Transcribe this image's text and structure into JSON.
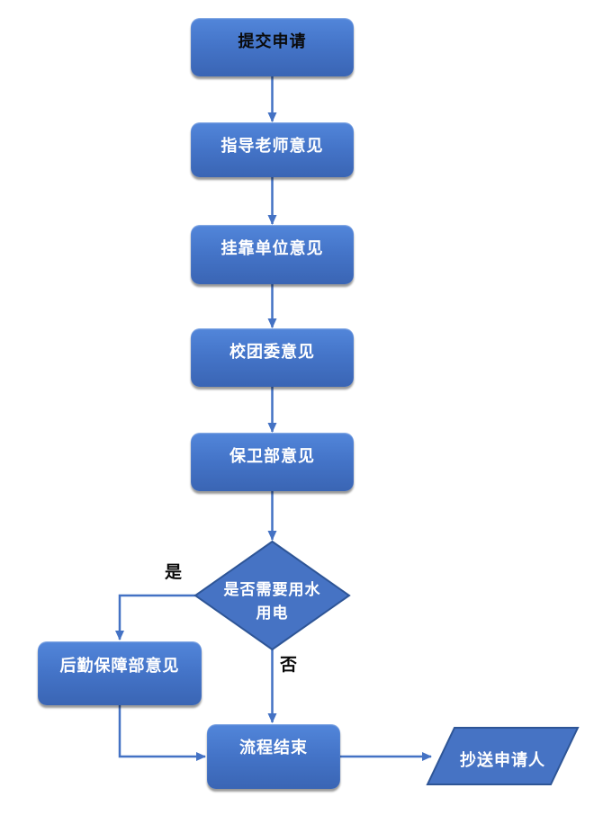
{
  "diagram": {
    "type": "flowchart",
    "background": "#FFFFFF",
    "nodes": [
      {
        "id": "submit",
        "shape": "rounded-rect",
        "label": "提交申请",
        "text_color": "#000000"
      },
      {
        "id": "advisor",
        "shape": "rounded-rect",
        "label": "指导老师意见",
        "text_color": "#FFFFFF"
      },
      {
        "id": "affiliation",
        "shape": "rounded-rect",
        "label": "挂靠单位意见",
        "text_color": "#FFFFFF"
      },
      {
        "id": "youth-league",
        "shape": "rounded-rect",
        "label": "校团委意见",
        "text_color": "#FFFFFF"
      },
      {
        "id": "security",
        "shape": "rounded-rect",
        "label": "保卫部意见",
        "text_color": "#FFFFFF"
      },
      {
        "id": "decision",
        "shape": "diamond",
        "label": "是否需要用水用电",
        "label_lines": [
          "是否需要用水",
          "用电"
        ],
        "text_color": "#FFFFFF"
      },
      {
        "id": "logistics",
        "shape": "rounded-rect",
        "label": "后勤保障部意见",
        "text_color": "#FFFFFF"
      },
      {
        "id": "end",
        "shape": "rounded-rect",
        "label": "流程结束",
        "text_color": "#FFFFFF"
      },
      {
        "id": "copy-applicant",
        "shape": "parallelogram",
        "label": "抄送申请人",
        "text_color": "#FFFFFF"
      }
    ],
    "edge_labels": {
      "yes": "是",
      "no": "否"
    },
    "colors": {
      "node_fill": "#4673C4",
      "node_fill_top": "#5286DA",
      "node_fill_bottom": "#3A65B4",
      "node_border": "#2E5596",
      "connector": "#4472C4",
      "text_light": "#FFFFFF",
      "text_dark": "#0A0A0A"
    }
  }
}
